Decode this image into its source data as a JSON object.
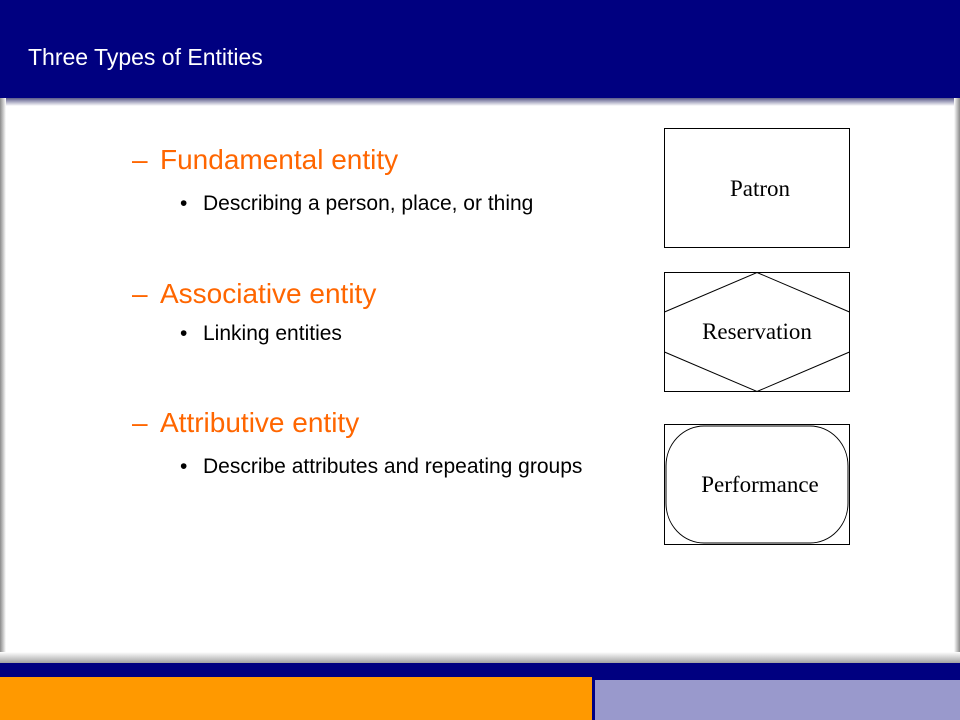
{
  "slide": {
    "title": "Three Types of Entities"
  },
  "items": [
    {
      "dash": "–",
      "heading": "Fundamental entity",
      "bullet": "•",
      "sub": "Describing a person, place, or thing"
    },
    {
      "dash": "–",
      "heading": "Associative entity",
      "bullet": "•",
      "sub": "Linking entities"
    },
    {
      "dash": "–",
      "heading": "Attributive entity",
      "bullet": "•",
      "sub": "Describe attributes and repeating groups"
    }
  ],
  "diagram": {
    "patron": "Patron",
    "reservation": "Reservation",
    "performance": "Performance"
  },
  "colors": {
    "header": "#000080",
    "heading_text": "#ff6600",
    "footer_orange": "#ff9900",
    "footer_lavender": "#9999cc"
  }
}
